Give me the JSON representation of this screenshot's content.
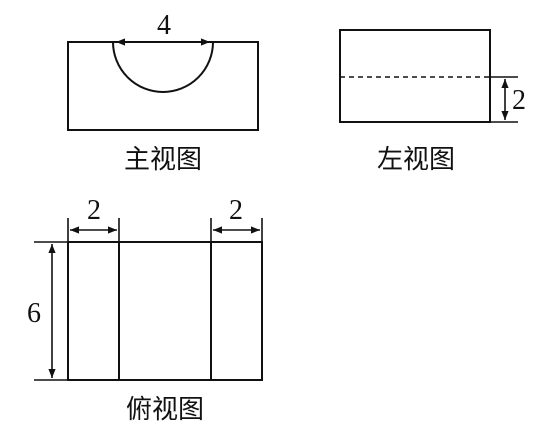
{
  "views": {
    "front": {
      "caption": "主视图",
      "dims": {
        "arc_width": "4"
      }
    },
    "left": {
      "caption": "左视图",
      "dims": {
        "lower_height": "2"
      }
    },
    "top": {
      "caption": "俯视图",
      "dims": {
        "left_width": "2",
        "right_width": "2",
        "depth": "6"
      }
    }
  }
}
